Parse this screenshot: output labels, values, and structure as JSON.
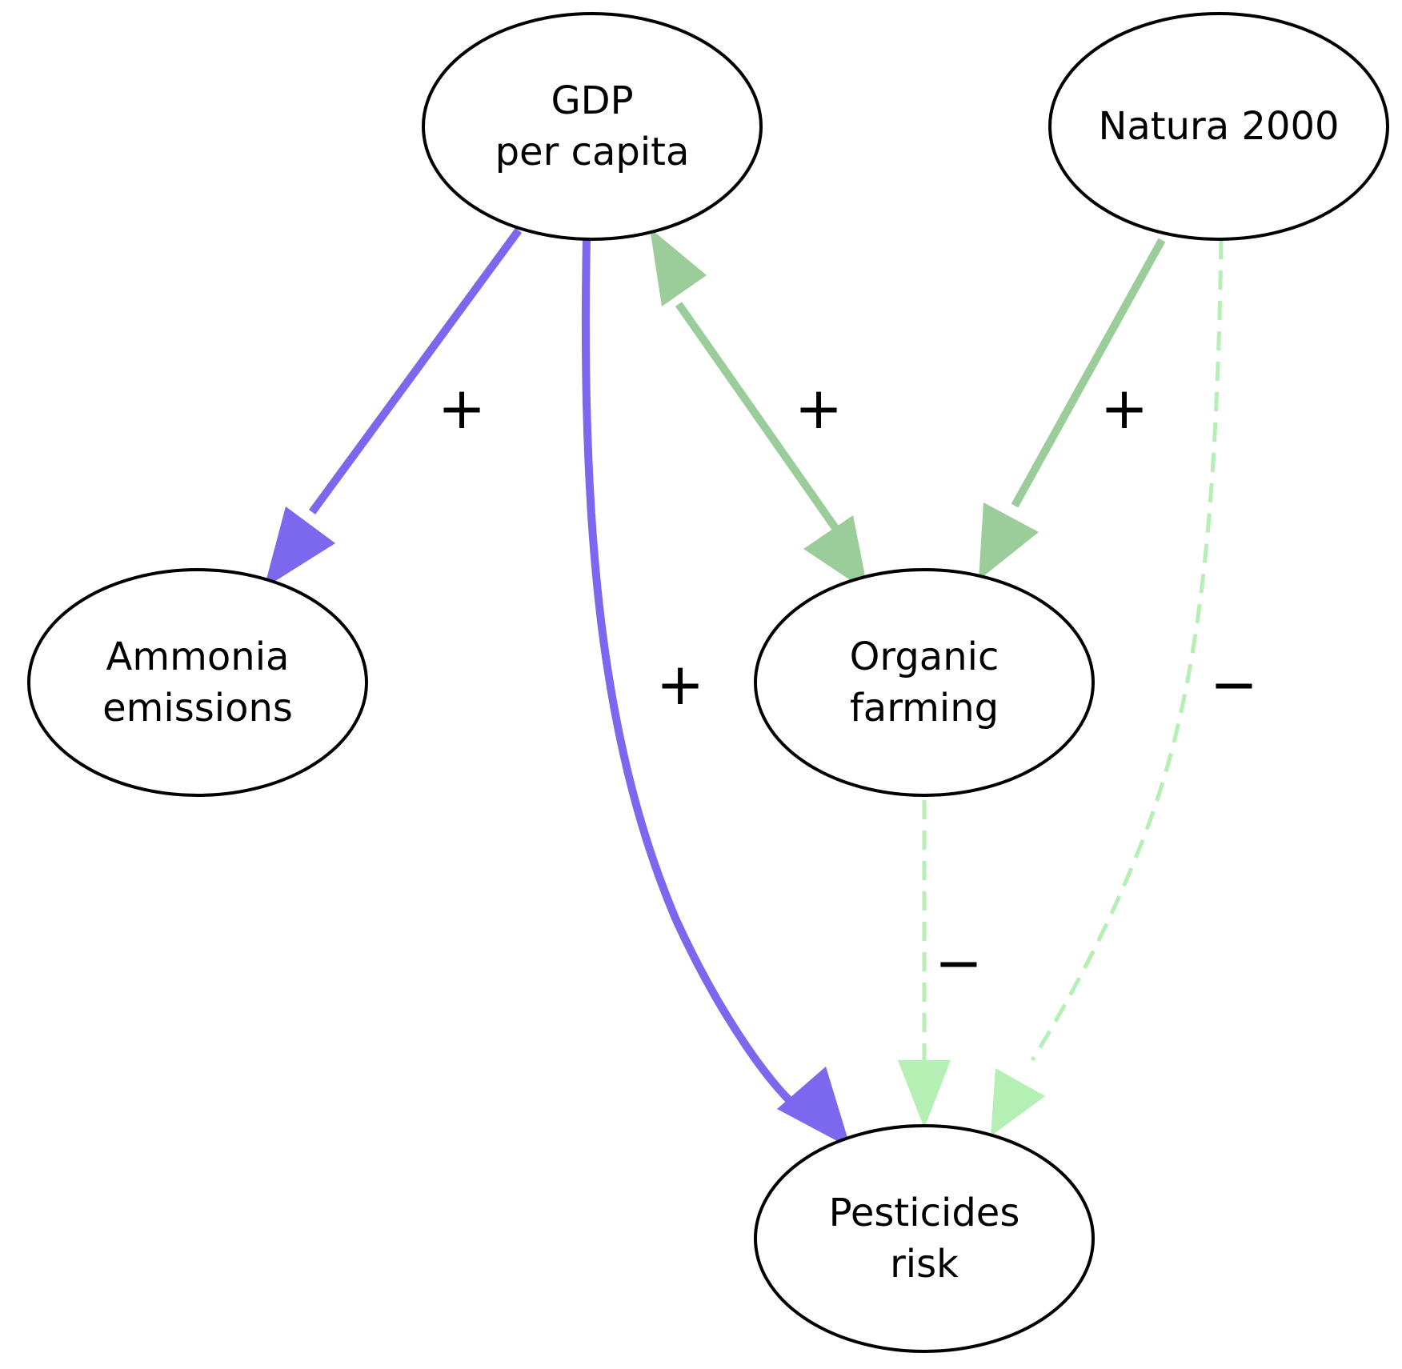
{
  "colors": {
    "positive_strong": "#7b68ee",
    "positive_green": "#9acd9a",
    "negative_light": "#b4efb4"
  },
  "nodes": {
    "gdp": {
      "lines": [
        "GDP",
        "per capita"
      ]
    },
    "natura": {
      "lines": [
        "Natura 2000"
      ]
    },
    "ammonia": {
      "lines": [
        "Ammonia",
        "emissions"
      ]
    },
    "organic": {
      "lines": [
        "Organic",
        "farming"
      ]
    },
    "pesticides": {
      "lines": [
        "Pesticides",
        "risk"
      ]
    }
  },
  "edges": [
    {
      "from": "GDP per capita",
      "to": "Ammonia emissions",
      "sign": "+",
      "style": "solid",
      "color": "#7b68ee"
    },
    {
      "from": "GDP per capita",
      "to": "Pesticides risk",
      "sign": "+",
      "style": "solid",
      "color": "#7b68ee"
    },
    {
      "from": "GDP per capita",
      "to": "Organic farming",
      "sign": "+",
      "style": "solid",
      "color": "#9acd9a",
      "bidirectional": true
    },
    {
      "from": "Natura 2000",
      "to": "Organic farming",
      "sign": "+",
      "style": "solid",
      "color": "#9acd9a"
    },
    {
      "from": "Natura 2000",
      "to": "Pesticides risk",
      "sign": "−",
      "style": "dashed",
      "color": "#b4efb4"
    },
    {
      "from": "Organic farming",
      "to": "Pesticides risk",
      "sign": "−",
      "style": "dashed",
      "color": "#b4efb4"
    }
  ]
}
